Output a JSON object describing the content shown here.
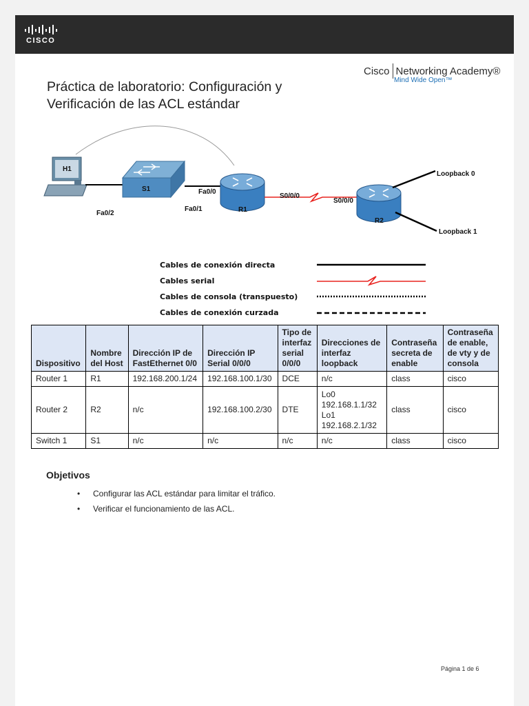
{
  "header": {
    "brand_logo_text": "CISCO",
    "academy_brand": "Cisco",
    "academy_name": "Networking Academy®",
    "academy_tagline": "Mind Wide Open™"
  },
  "document": {
    "title_line1": "Práctica de laboratorio: Configuración y",
    "title_line2": "Verificación de las ACL estándar"
  },
  "topology": {
    "devices": {
      "h1": "H1",
      "s1": "S1",
      "r1": "R1",
      "r2": "R2"
    },
    "ports": {
      "h1_s1": "Fa0/2",
      "s1_r1_switch": "Fa0/1",
      "r1_fa": "Fa0/0",
      "r1_serial": "S0/0/0",
      "r2_serial": "S0/0/0",
      "loopback0": "Loopback 0",
      "loopback1": "Loopback 1"
    },
    "legend": [
      {
        "label": "Cables de conexión directa",
        "style": "solid",
        "color": "#000000"
      },
      {
        "label": "Cables serial",
        "style": "serial",
        "color": "#e8231f"
      },
      {
        "label": "Cables de consola (transpuesto)",
        "style": "dotted",
        "color": "#000000"
      },
      {
        "label": "Cables de conexión curzada",
        "style": "dashed",
        "color": "#000000"
      }
    ]
  },
  "addressing_table": {
    "headers": [
      "Dispositivo",
      "Nombre del Host",
      "Dirección IP de FastEthernet 0/0",
      "Dirección IP Serial 0/0/0",
      "Tipo de interfaz serial 0/0/0",
      "Direcciones de interfaz loopback",
      "Contraseña secreta de enable",
      "Contraseña de enable, de vty y de consola"
    ],
    "rows": [
      {
        "device": "Router 1",
        "host": "R1",
        "fa": "192.168.200.1/24",
        "serial": "192.168.100.1/30",
        "type": "DCE",
        "loopback": [
          "n/c"
        ],
        "secret": "class",
        "vty": "cisco"
      },
      {
        "device": "Router 2",
        "host": "R2",
        "fa": "n/c",
        "serial": "192.168.100.2/30",
        "type": "DTE",
        "loopback": [
          "Lo0",
          "192.168.1.1/32",
          "Lo1",
          "192.168.2.1/32"
        ],
        "secret": "class",
        "vty": "cisco"
      },
      {
        "device": "Switch 1",
        "host": "S1",
        "fa": "n/c",
        "serial": "n/c",
        "type": "n/c",
        "loopback": [
          "n/c"
        ],
        "secret": "class",
        "vty": "cisco"
      }
    ]
  },
  "objectives": {
    "title": "Objetivos",
    "items": [
      "Configurar las ACL estándar para limitar el tráfico.",
      "Verificar el funcionamiento de las ACL."
    ]
  },
  "footer": {
    "page_label": "Página 1 de 6"
  },
  "colors": {
    "header_bg": "#2b2b2b",
    "table_header_bg": "#dde6f5",
    "serial_cable": "#e8231f",
    "router_blue": "#3a7fc0"
  }
}
